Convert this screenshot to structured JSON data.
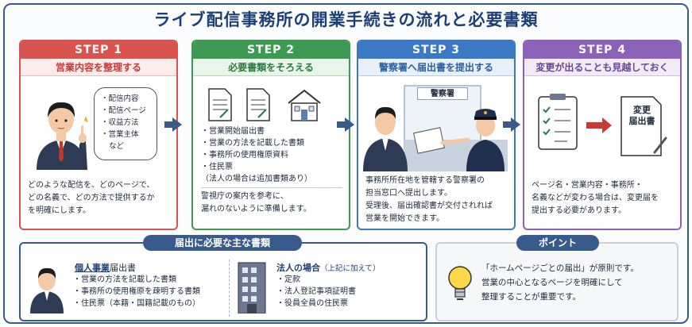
{
  "title": "ライブ配信事務所の開業手続きの流れと必要書類",
  "steps": [
    {
      "label": "STEP 1",
      "subtitle": "営業内容を整理する",
      "bubble": [
        "・配信内容",
        "・配信ページ",
        "・収益方法",
        "・営業主体",
        "など"
      ],
      "text": [
        "どのような配信を、どのページで、",
        "どの名義で、どの方法で提供するか",
        "を明確にします。"
      ]
    },
    {
      "label": "STEP 2",
      "subtitle": "必要書類をそろえる",
      "list": [
        "・営業開始届出書",
        "・営業の方法を記載した書類",
        "・事務所の使用権原資料",
        "・住民票",
        "（法人の場合は追加書類あり）"
      ],
      "text": [
        "警視庁の案内を参考に、",
        "漏れのないように準備します。"
      ]
    },
    {
      "label": "STEP 3",
      "subtitle": "警察署へ届出書を提出する",
      "sign": "警察署",
      "text": [
        "事務所所在地を管轄する警察署の",
        "担当窓口へ提出します。",
        "受理後、届出確認書が交付されれば",
        "営業を開始できます。"
      ]
    },
    {
      "label": "STEP 4",
      "subtitle": "変更が出ることも見越しておく",
      "doc_label": [
        "変更",
        "届出書"
      ],
      "text": [
        "ページ名・営業内容・事務所・",
        "名義などが変わる場合は、変更届を",
        "提出する必要があります。"
      ]
    }
  ],
  "docs": {
    "tag": "届出に必要な主な書類",
    "individual": {
      "heading": "個人事業",
      "heading_rest": "届出書",
      "items": [
        "・営業の方法を記載した書類",
        "・事務所の使用権原を疎明する書類",
        "・住民票（本籍・国籍記載のもの）"
      ]
    },
    "corporate": {
      "heading": "法人の場合",
      "note": "（上記に加えて）",
      "items": [
        "・定款",
        "・法人登記事項証明書",
        "・役員全員の住民票"
      ]
    }
  },
  "point": {
    "tag": "ポイント",
    "text": [
      "「ホームページごとの届出」が原則です。",
      "営業の中心となるページを明確にして",
      "整理することが重要です。"
    ]
  },
  "colors": {
    "step1": "#d9534f",
    "step2": "#3e9a52",
    "step3": "#3d78c4",
    "step4": "#8a62b8",
    "navy": "#1d3f77"
  }
}
